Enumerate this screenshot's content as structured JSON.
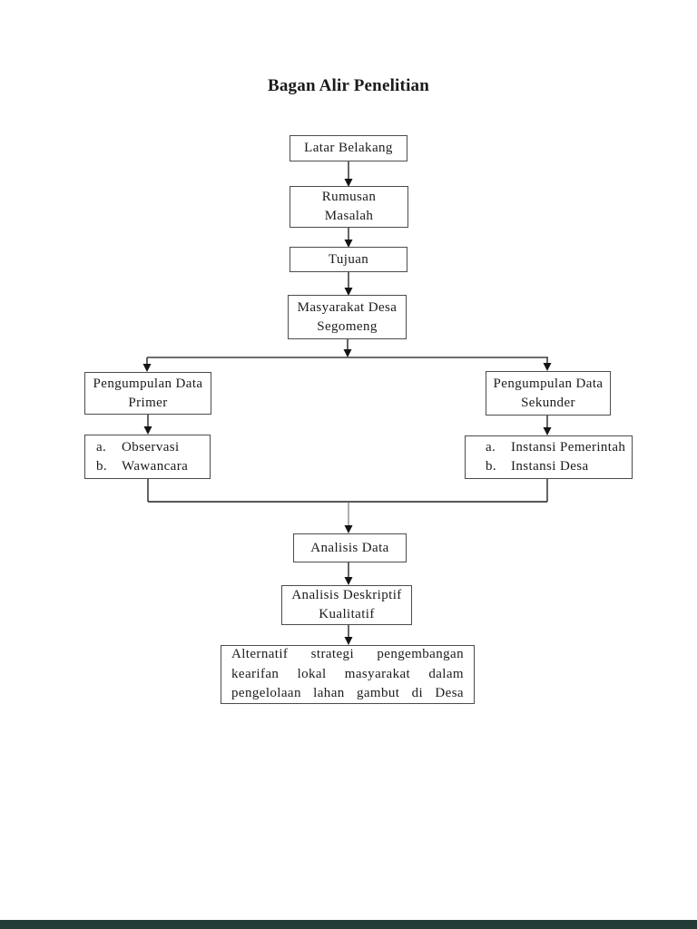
{
  "title": "Bagan Alir Penelitian",
  "flow": {
    "latar": {
      "line1": "Latar Belakang"
    },
    "rumusan": {
      "line1": "Rumusan",
      "line2": "Masalah"
    },
    "tujuan": {
      "line1": "Tujuan"
    },
    "masyarakat": {
      "line1": "Masyarakat Desa",
      "line2": "Segomeng"
    },
    "primer": {
      "line1": "Pengumpulan Data",
      "line2": "Primer"
    },
    "sekunder": {
      "line1": "Pengumpulan Data",
      "line2": "Sekunder"
    },
    "primer_items": {
      "a_marker": "a.",
      "a": "Observasi",
      "b_marker": "b.",
      "b": "Wawancara"
    },
    "sekunder_items": {
      "a_marker": "a.",
      "a": "Instansi Pemerintah",
      "b_marker": "b.",
      "b": "Instansi Desa"
    },
    "analisis": {
      "line1": "Analisis Data"
    },
    "deskriptif": {
      "line1": "Analisis Deskriptif",
      "line2": "Kualitatif"
    },
    "hasil": {
      "line1": "Alternatif strategi pengembangan",
      "line2": "kearifan lokal masyarakat dalam",
      "line3": "pengelolaan lahan gambut di Desa"
    }
  },
  "colors": {
    "border": "#4c4c4c",
    "text": "#1b1b1b",
    "line": "#3f3f3f",
    "faint-line": "#8f8f8f",
    "footer": "#233c38",
    "page-bg": "#ffffff"
  }
}
